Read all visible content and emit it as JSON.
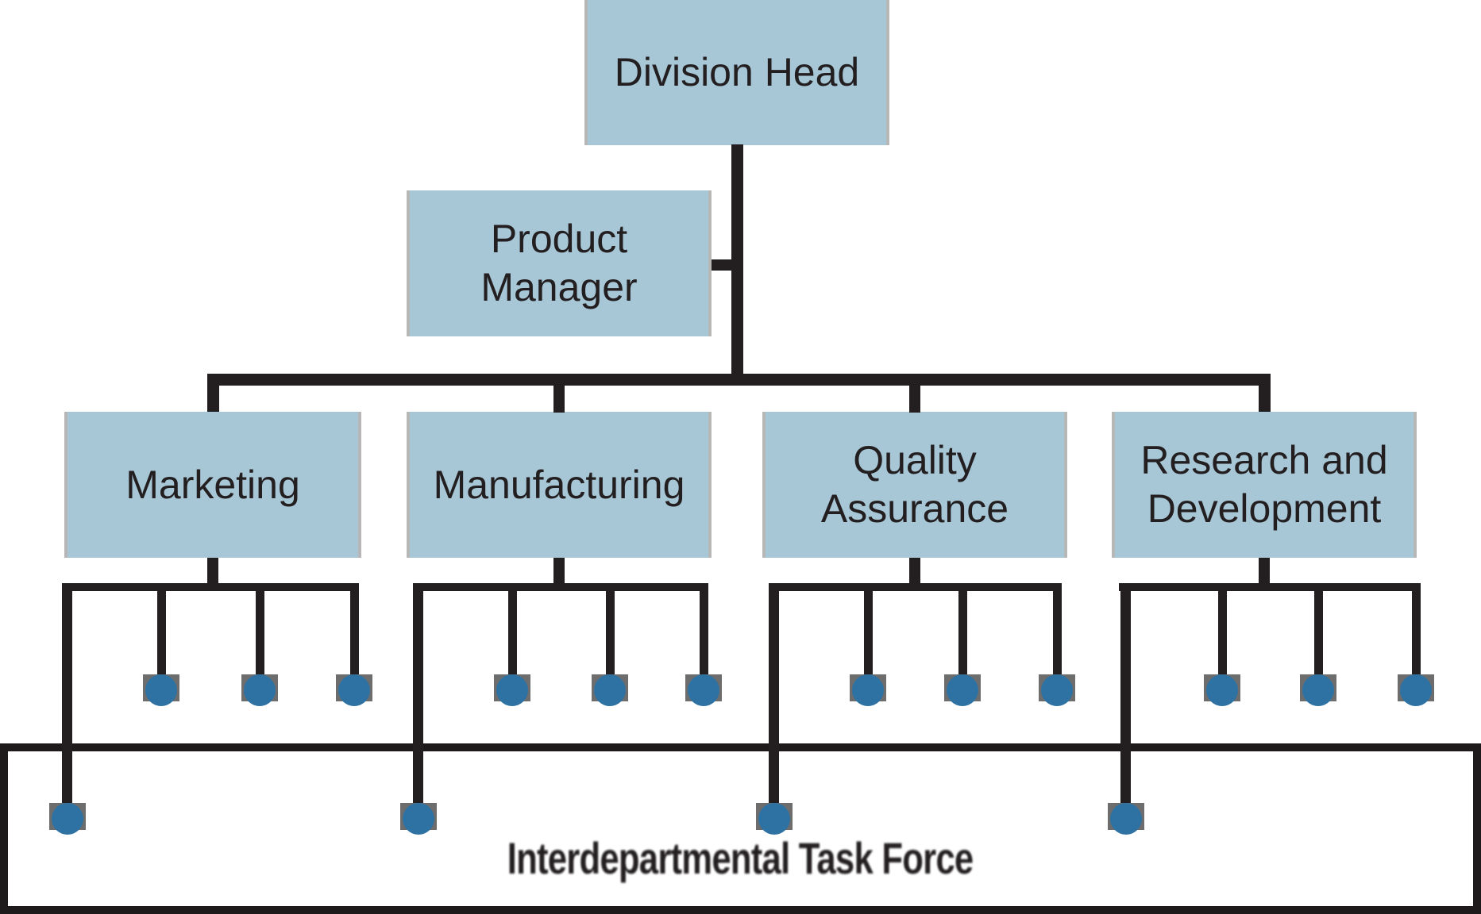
{
  "nodes": {
    "division_head": "Division Head",
    "product_manager": "Product Manager",
    "task_force": "Interdepartmental Task Force"
  },
  "departments": [
    {
      "label": "Marketing"
    },
    {
      "label": "Manufacturing"
    },
    {
      "label": "Quality Assurance"
    },
    {
      "label": "Research and Development"
    }
  ],
  "dots": {
    "member_dots_per_department": 3,
    "task_force_link_dots": 4
  },
  "colors": {
    "box_fill": "#a7c6d6",
    "box_edge_gray": "#b7b7b7",
    "connector_dark": "#231f20",
    "dot_blue": "#2e72a3",
    "dot_gray": "#6d6d6d",
    "task_force_border": "#1e1a1b",
    "background": "#ffffff"
  }
}
